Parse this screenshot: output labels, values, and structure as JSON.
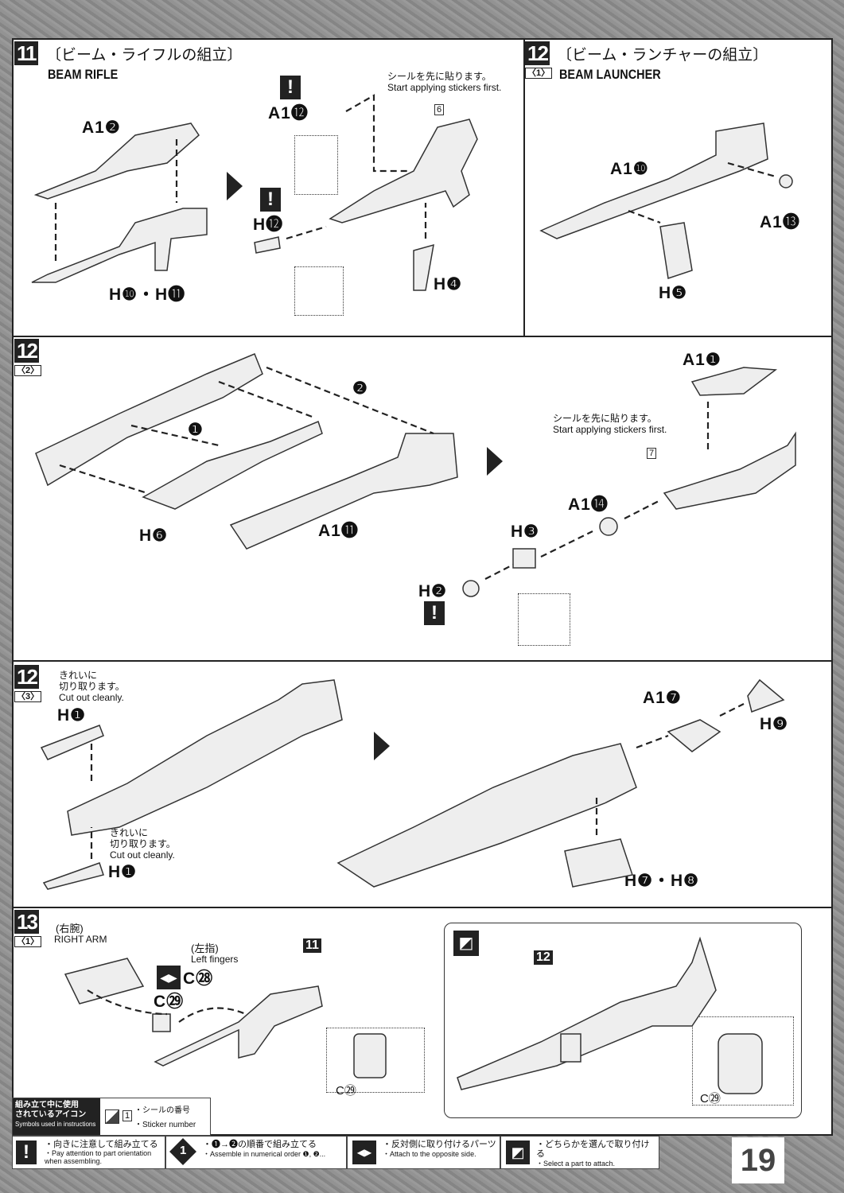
{
  "page_number": "19",
  "steps": {
    "s11": {
      "number": "11",
      "title_jp": "〔ビーム・ライフルの組立〕",
      "title_en": "BEAM RIFLE",
      "sticker_note_jp": "シールを先に貼ります。",
      "sticker_note_en": "Start applying stickers first.",
      "labels": [
        "A1❷",
        "H❿・H⓫",
        "A1⓬",
        "H⓬",
        "H❹"
      ],
      "sticker_number": "6",
      "warn": "!"
    },
    "s12_1": {
      "number": "12",
      "sub": "〈1〉",
      "title_jp": "〔ビーム・ランチャーの組立〕",
      "title_en": "BEAM LAUNCHER",
      "labels": [
        "A1❿",
        "A1⓭",
        "H❺"
      ]
    },
    "s12_2": {
      "number": "12",
      "sub": "〈2〉",
      "order": [
        "❶",
        "❷"
      ],
      "sticker_note_jp": "シールを先に貼ります。",
      "sticker_note_en": "Start applying stickers first.",
      "labels": [
        "H❻",
        "A1⓫",
        "A1❶",
        "A1⓮",
        "H❸",
        "H❷"
      ],
      "sticker_number": "7"
    },
    "s12_3": {
      "number": "12",
      "sub": "〈3〉",
      "cut_jp_1": "きれいに",
      "cut_jp_2": "切り取ります。",
      "cut_en": "Cut out cleanly.",
      "labels": [
        "H❶",
        "H❶",
        "A1❼",
        "H❾",
        "H❼・H❽"
      ]
    },
    "s13": {
      "number": "13",
      "sub": "〈1〉",
      "arm_jp": "(右腕)",
      "arm_en": "RIGHT ARM",
      "fingers_jp": "(左指)",
      "fingers_en": "Left fingers",
      "labels": [
        "C㉘",
        "C㉙",
        "C㉙",
        "C㉙"
      ],
      "ref_11": "11",
      "ref_12": "12"
    }
  },
  "symbols": {
    "header_jp_1": "組み立て中に使用",
    "header_jp_2": "されているアイコン",
    "header_en": "Symbols used in instructions",
    "sticker_num": "1",
    "sticker_jp": "・シールの番号",
    "sticker_en": "・Sticker number",
    "items": [
      {
        "icon": "!",
        "jp": "・向きに注意して組み立てる",
        "en": "・Pay attention to part orientation when assembling."
      },
      {
        "icon": "1",
        "jp": "・❶→❷の順番で組み立てる",
        "en": "・Assemble in numerical order ❶, ❷..."
      },
      {
        "icon": "◀▶",
        "jp": "・反対側に取り付けるパーツ",
        "en": "・Attach to the opposite side."
      },
      {
        "icon": "select",
        "jp": "・どちらかを選んで取り付ける",
        "en": "・Select a part to attach."
      }
    ]
  }
}
